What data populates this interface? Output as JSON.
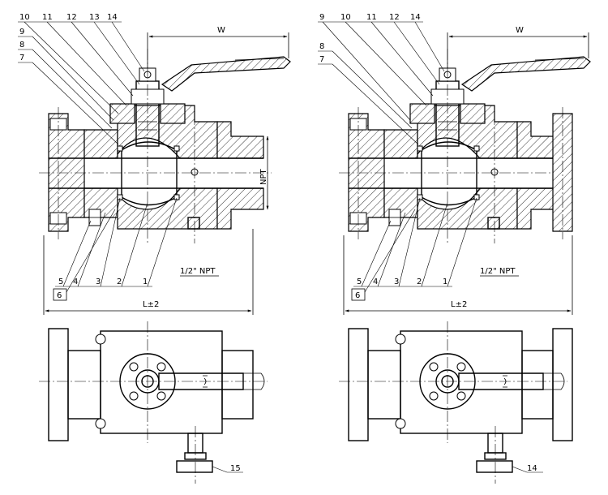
{
  "views": [
    {
      "id": "left",
      "dimension_w": "W",
      "dimension_l": "L±2",
      "npt_side": "NPT",
      "npt_bottom": "1/2\" NPT",
      "top_labels": [
        "10",
        "11",
        "12",
        "13",
        "14"
      ],
      "side_labels": [
        "9",
        "8",
        "7"
      ],
      "bottom_labels": [
        "5",
        "4",
        "3",
        "2",
        "1"
      ],
      "boxed_label": "6",
      "plan_label": "15"
    },
    {
      "id": "right",
      "dimension_w": "W",
      "dimension_l": "L±2",
      "npt_bottom": "1/2\" NPT",
      "top_labels": [
        "9",
        "10",
        "11",
        "12",
        "14"
      ],
      "side_labels": [
        "8",
        "7"
      ],
      "bottom_labels": [
        "5",
        "4",
        "3",
        "2",
        "1"
      ],
      "boxed_label": "6",
      "plan_label": "14"
    }
  ]
}
